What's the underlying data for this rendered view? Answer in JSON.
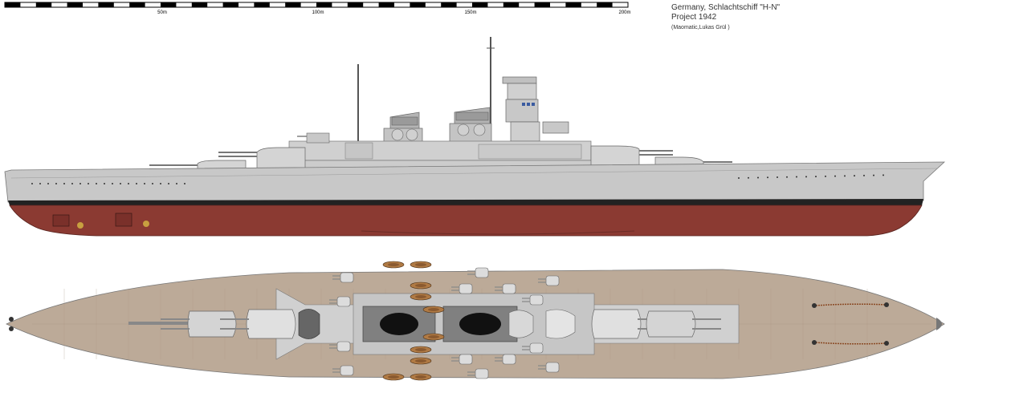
{
  "title": {
    "line1": "Germany, Schlachtschiff \"H-N\"",
    "line2": "Project 1942",
    "credit": "(Maomatic,Lukas Grül )"
  },
  "scale": {
    "ticks": [
      "50m",
      "100m",
      "150m",
      "200m"
    ]
  },
  "colors": {
    "hull_grey": "#c8c8c8",
    "hull_red": "#8b3a32",
    "boot_black": "#222222",
    "deck_wood": "#bcaa98",
    "turret_grey": "#d4d4d4",
    "funnel_grey": "#b4b4b4"
  }
}
